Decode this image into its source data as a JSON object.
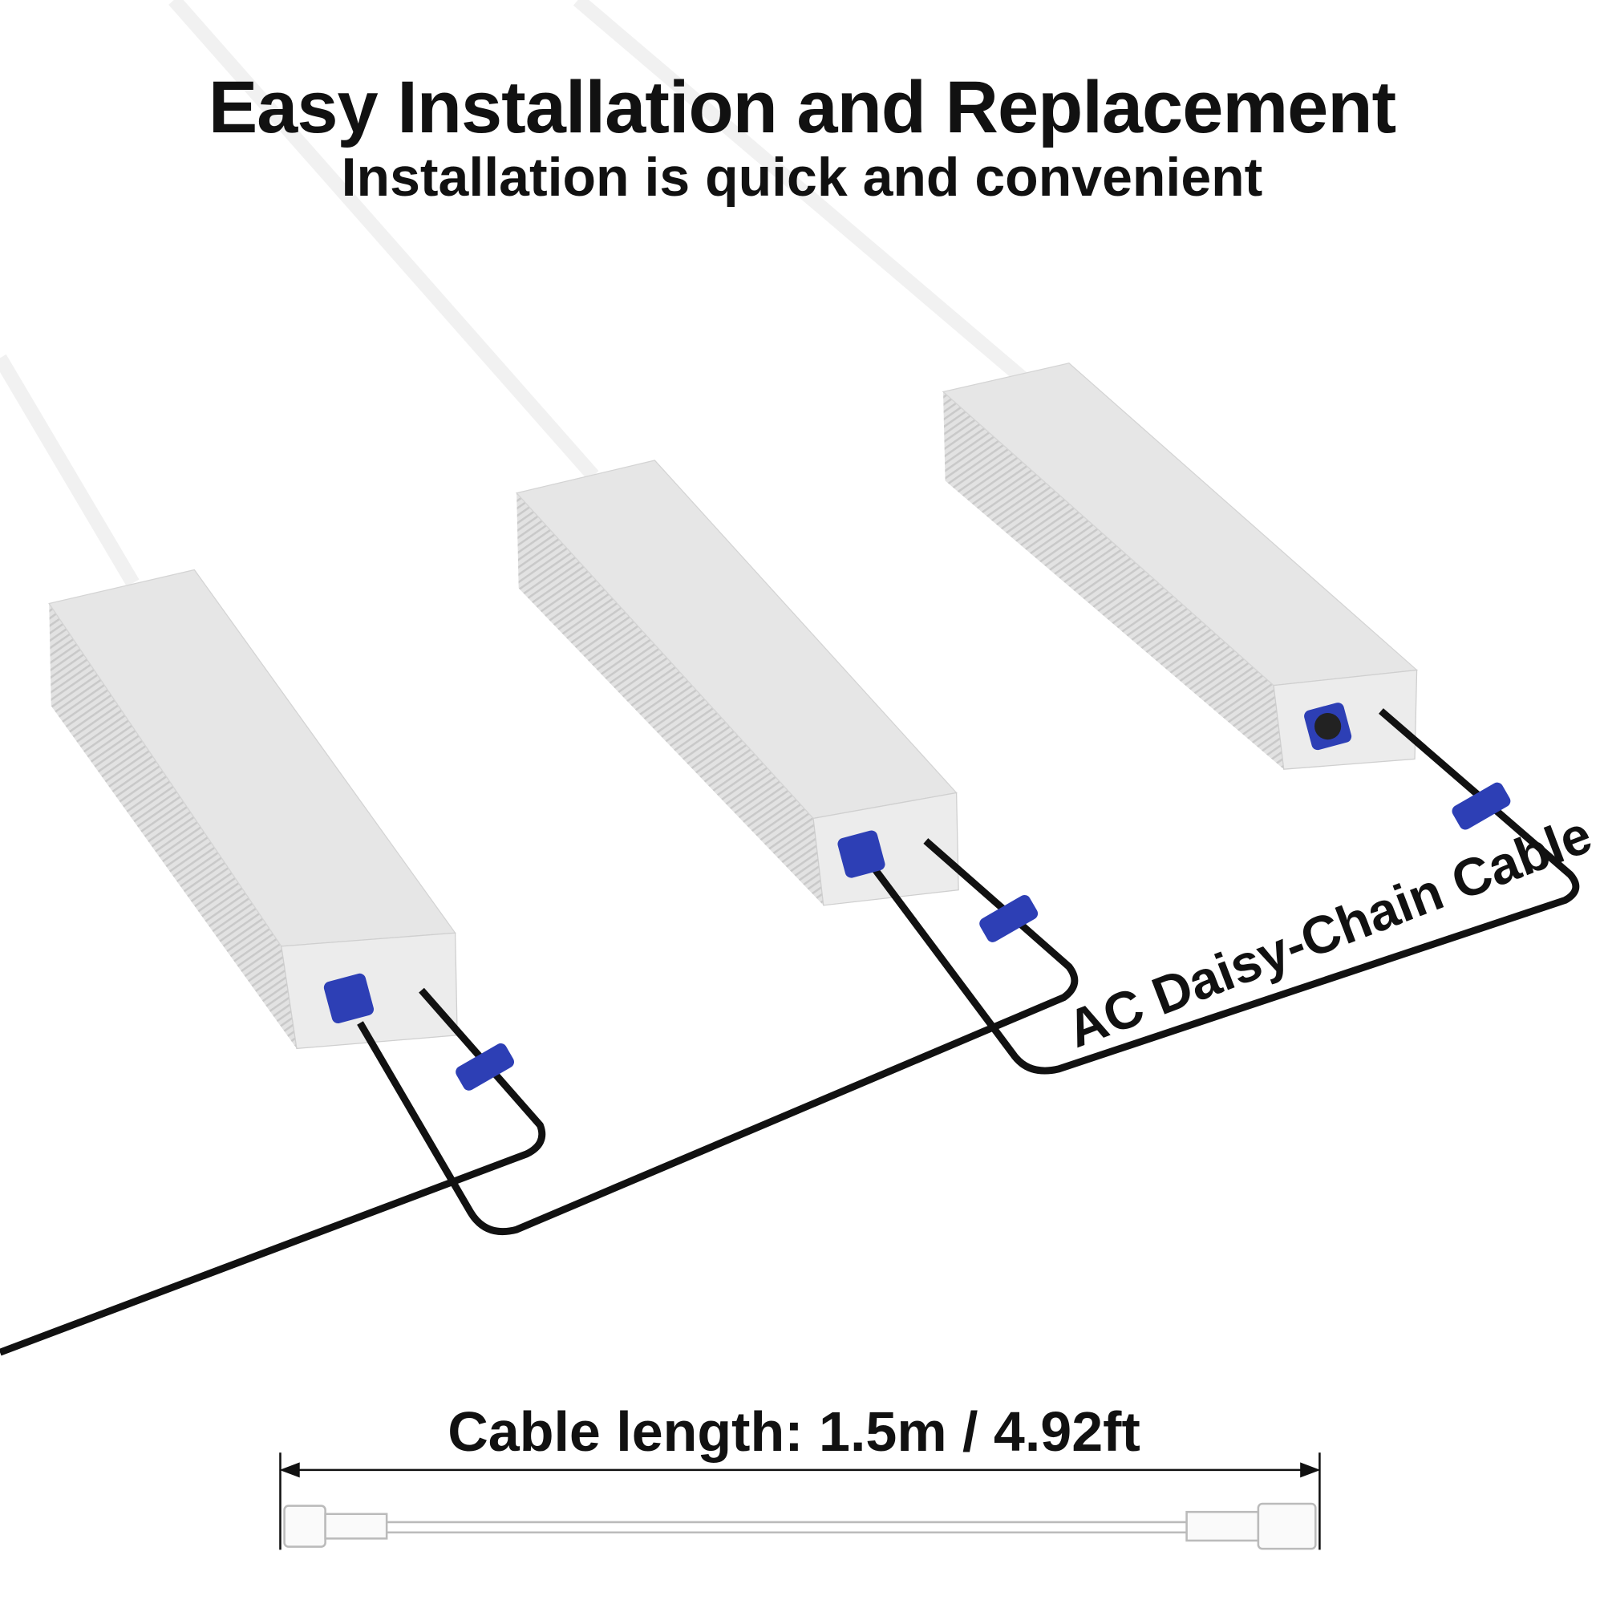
{
  "header": {
    "title": "Easy Installation and Replacement",
    "subtitle": "Installation is quick and convenient"
  },
  "labels": {
    "cable_label": "AC Daisy-Chain Cable",
    "cable_length": "Cable length: 1.5m / 4.92ft"
  },
  "colors": {
    "connector_blue": "#2d3fb5",
    "cable_black": "#111111",
    "aluminum": "#e4e4e4"
  }
}
